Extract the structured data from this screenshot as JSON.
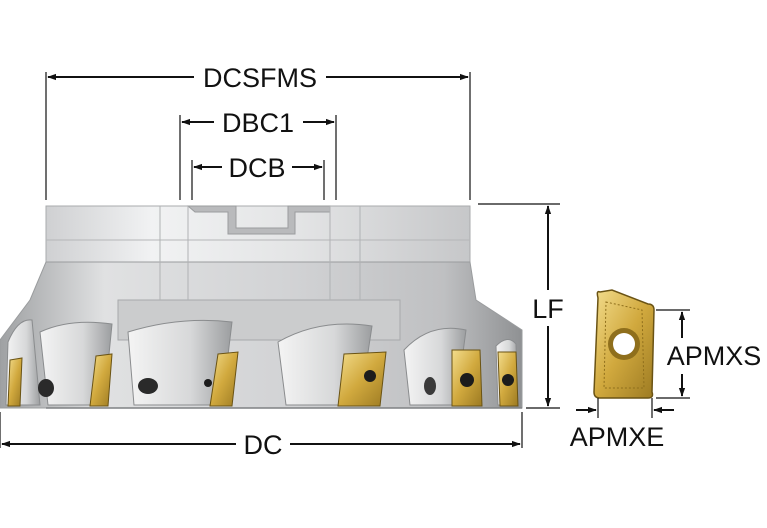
{
  "dimensions": {
    "dcsfms": "DCSFMS",
    "dbc1": "DBC1",
    "dcb": "DCB",
    "lf": "LF",
    "dc": "DC",
    "apmxs": "APMXS",
    "apmxe": "APMXE"
  },
  "colors": {
    "body_light": "#e4e5e6",
    "body_mid": "#c9cacc",
    "body_dark": "#8e9092",
    "insert_gold": "#c9a238",
    "insert_gold_light": "#f0d98a",
    "screw": "#1c1c1c"
  }
}
